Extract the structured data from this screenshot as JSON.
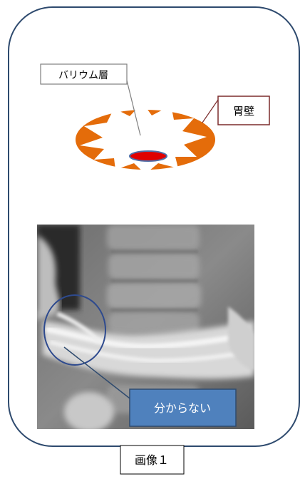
{
  "labels": {
    "barium_layer": "バリウム層",
    "stomach_wall": "胃壁",
    "unknown": "分からない",
    "caption": "画像１"
  },
  "colors": {
    "frame": "#2e4a6e",
    "stomach_wall": "#e46c0a",
    "lesion": "#e00000",
    "unknown_box": "#4f81bd",
    "stomach_wall_box_border": "#7b2b2b"
  }
}
